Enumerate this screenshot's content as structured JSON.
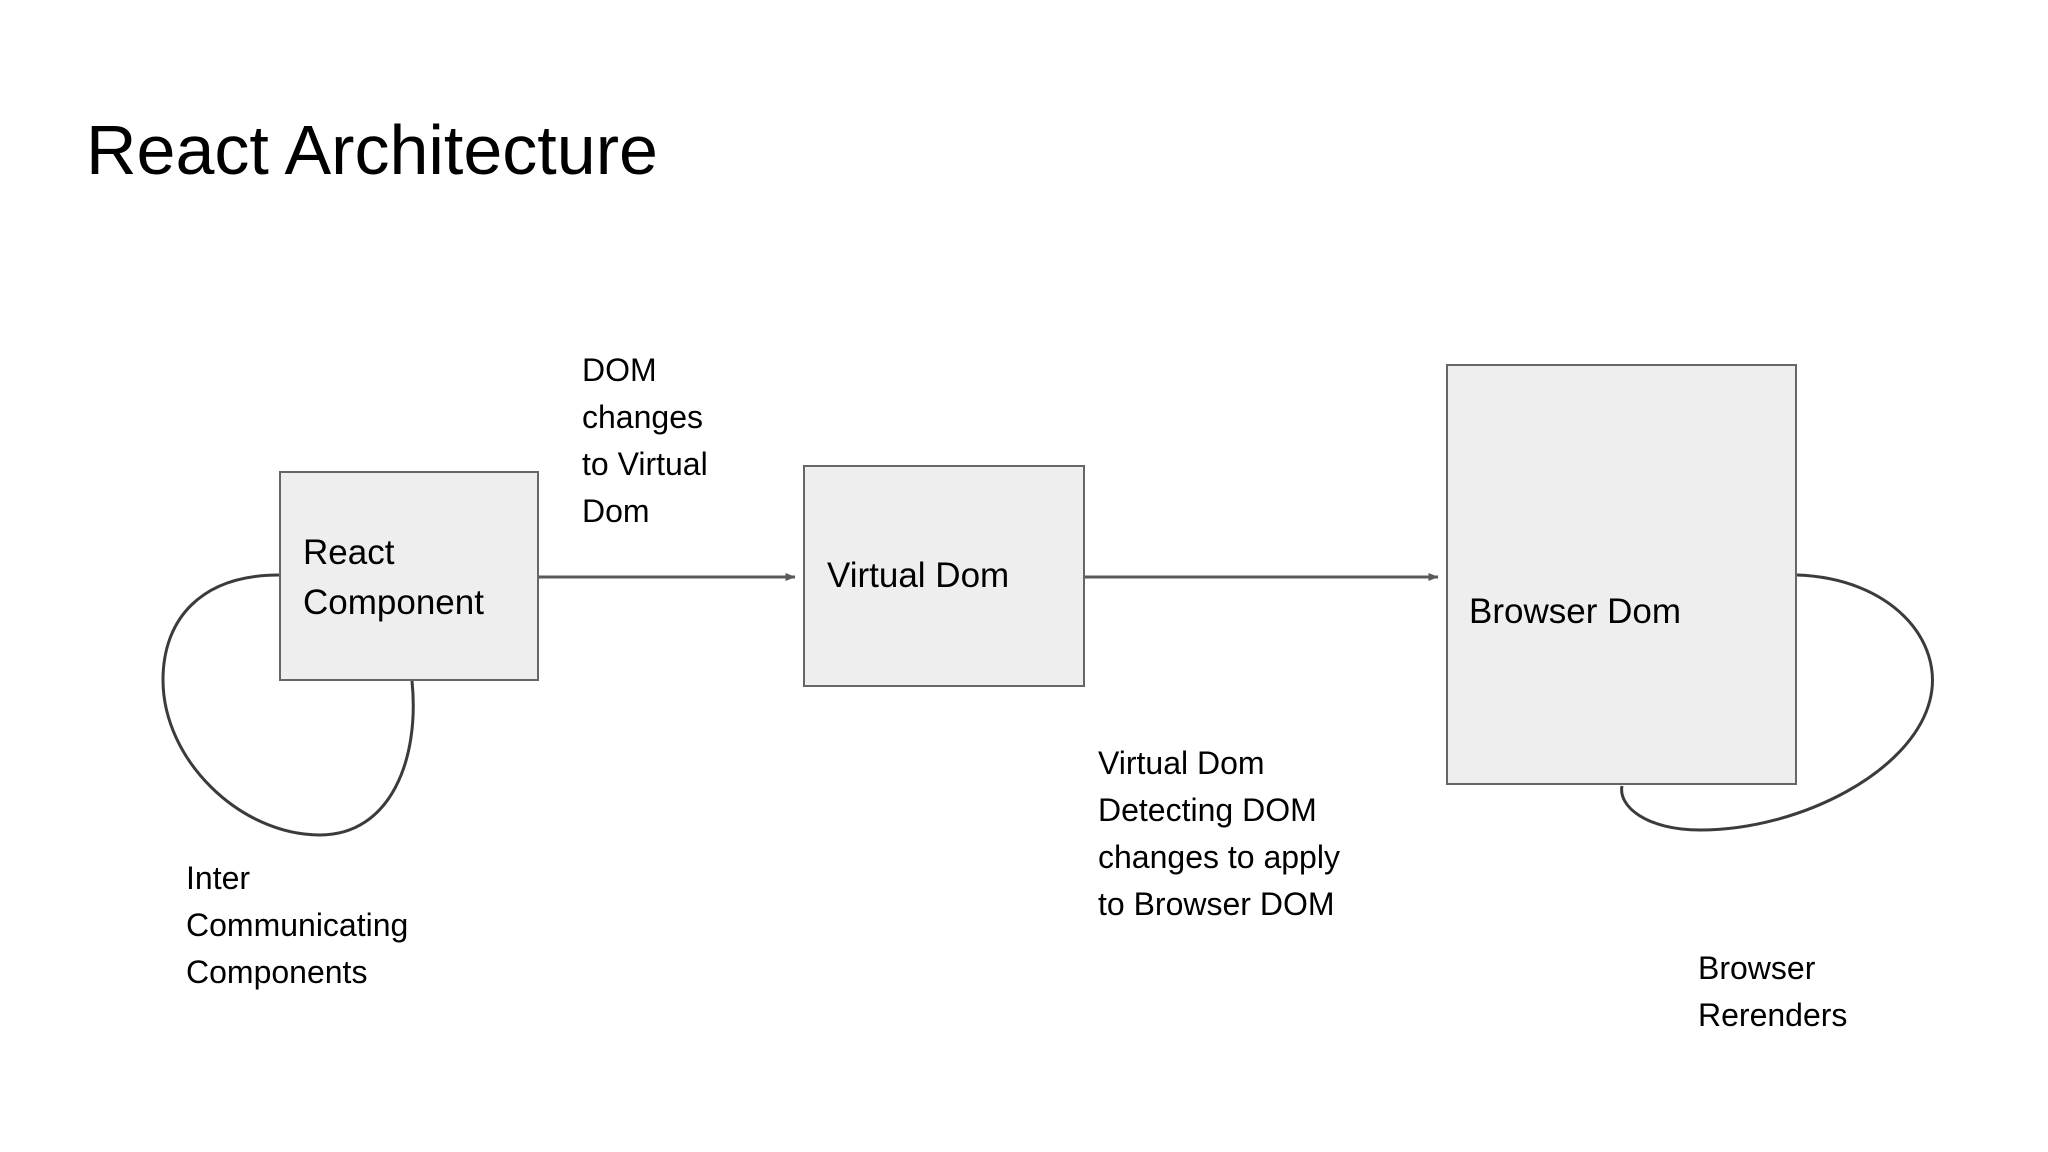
{
  "page": {
    "title": "React Architecture",
    "background_color": "#ffffff",
    "text_color": "#000000"
  },
  "style": {
    "node_fill": "#eeeeee",
    "node_stroke": "#666666",
    "edge_stroke": "#595959",
    "loop_stroke": "#3b3b3b"
  },
  "diagram": {
    "nodes": [
      {
        "id": "react-component",
        "label": "React\nComponent"
      },
      {
        "id": "virtual-dom",
        "label": "Virtual Dom"
      },
      {
        "id": "browser-dom",
        "label": "Browser Dom"
      }
    ],
    "edges": [
      {
        "id": "react-to-virtual",
        "from": "react-component",
        "to": "virtual-dom",
        "label": "DOM\nchanges\nto Virtual\nDom",
        "arrow": "end"
      },
      {
        "id": "virtual-to-browser",
        "from": "virtual-dom",
        "to": "browser-dom",
        "label": "Virtual Dom\nDetecting DOM\nchanges to apply\nto Browser DOM",
        "arrow": "end"
      }
    ],
    "self_loops": [
      {
        "id": "react-self-loop",
        "node": "react-component",
        "label": "Inter\nCommunicating\nComponents"
      },
      {
        "id": "browser-self-loop",
        "node": "browser-dom",
        "label": "Browser\nRerenders"
      }
    ]
  }
}
